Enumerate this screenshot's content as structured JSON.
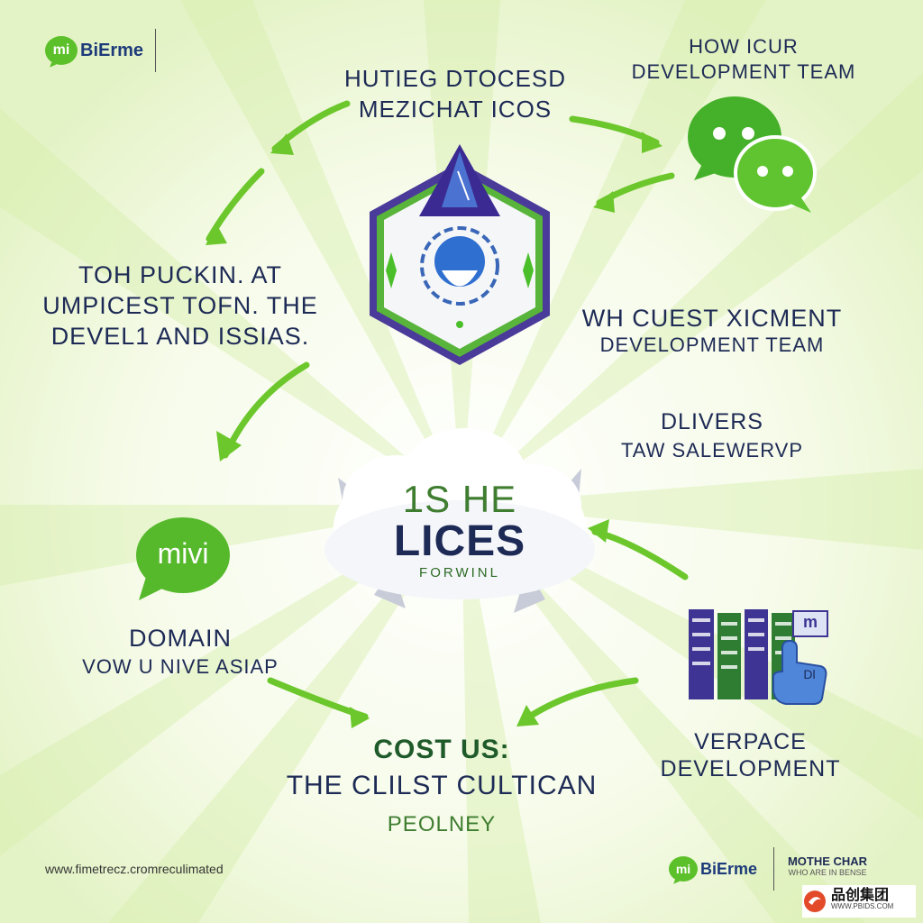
{
  "header_logo": {
    "badge": "mi",
    "word": "BiErme"
  },
  "top_center": {
    "line1": "HUTIEG DTOCESD",
    "line2": "MEZICHAT ICOS"
  },
  "top_right": {
    "line1": "HOW ICUR",
    "line2": "DEVELOPMENT TEAM"
  },
  "left_middle": {
    "line1": "TOH PUCKIN. AT",
    "line2": "UMPICEST TOFN. THE",
    "line3": "DEVEL1 AND ISSIAS."
  },
  "right_middle": {
    "line1": "WH CUEST XICMENT",
    "line2": "DEVELOPMENT TEAM"
  },
  "right_lower": {
    "line1": "DLIVERS",
    "line2": "TAW SALEWERVP"
  },
  "cloud": {
    "line1": "1S HE",
    "line2": "LICES",
    "line3": "FORWINL"
  },
  "left_bubble": {
    "label": "mivi"
  },
  "domain": {
    "line1": "DOMAIN",
    "line2": "VOW U NIVE ASIAP"
  },
  "bottom_center": {
    "line1": "COST US:",
    "line2": "THE CLILST CULTICAN",
    "line3": "PEOLNEY"
  },
  "bottom_right": {
    "line1": "VERPACE",
    "line2": "DEVELOPMENT"
  },
  "server_badge": {
    "label": "m",
    "hand_label": "Dl"
  },
  "footer_url": "www.fimetrecz.cromreculimated",
  "footer_logo": {
    "badge": "mi",
    "word": "BiErme",
    "title": "MOTHE CHAR",
    "subtitle": "WHO ARE IN BENSE"
  },
  "watermark": {
    "brand": "品创集团",
    "url": "WWW.PBIDS.COM"
  },
  "colors": {
    "green": "#5cc02a",
    "dark_green": "#2e6b24",
    "navy": "#1d2a55",
    "purple": "#3f2f8f",
    "blue": "#2f6fd0"
  },
  "icons": [
    "chat-bubbles-icon",
    "hexagon-badge-icon",
    "speech-head-icon",
    "cloud-icon",
    "server-racks-icon",
    "hand-pointer-icon",
    "arrow-icon"
  ]
}
